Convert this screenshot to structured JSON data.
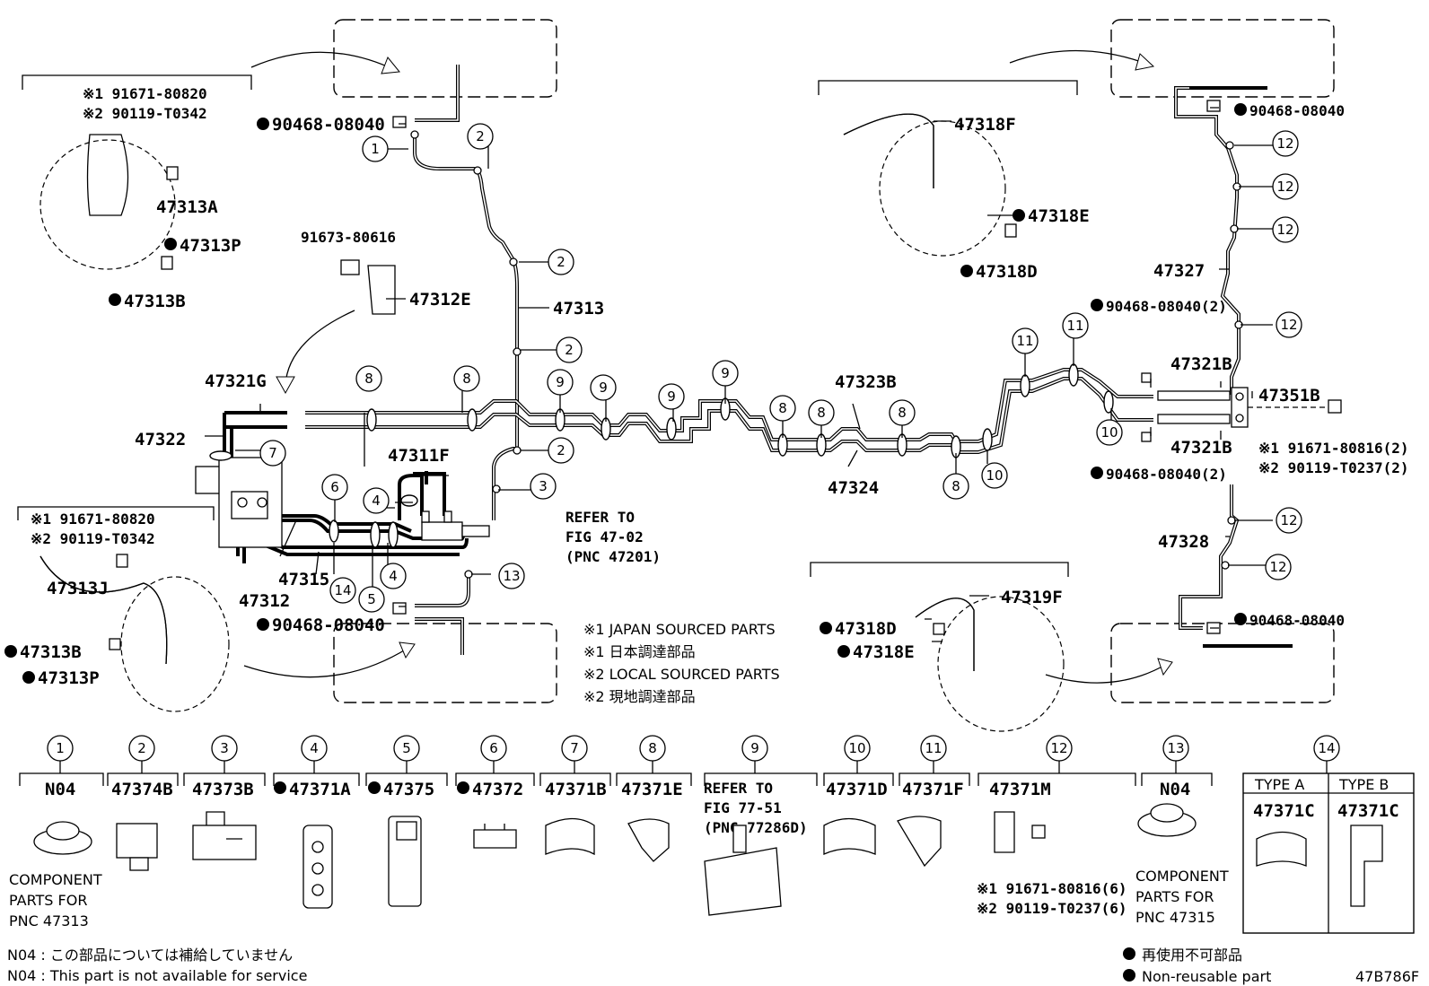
{
  "labels": {
    "p47313A": "47313A",
    "p47313P": "47313P",
    "p47313B": "47313B",
    "p47313J": "47313J",
    "p47312E": "47312E",
    "p47313": "47313",
    "p47321G": "47321G",
    "p47322": "47322",
    "p47311F": "47311F",
    "p47315": "47315",
    "p47312": "47312",
    "p47318F": "47318F",
    "p47318E": "47318E",
    "p47318D": "47318D",
    "p47327": "47327",
    "p47321B": "47321B",
    "p47351B": "47351B",
    "p47323B": "47323B",
    "p47324": "47324",
    "p47328": "47328",
    "p47319F": "47319F",
    "p91673": "91673-80616",
    "p90468": "90468-08040",
    "p90468x2": "90468-08040(2)",
    "refer1": "REFER TO",
    "refer2": "FIG 47-02",
    "refer3": "(PNC 47201)"
  },
  "ref_codes": {
    "left_top_1": "※1 91671-80820",
    "left_top_2": "※2 90119-T0342",
    "left_bot_1": "※1 91671-80820",
    "left_bot_2": "※2 90119-T0342",
    "right_1": "※1 91671-80816(2)",
    "right_2": "※2 90119-T0237(2)"
  },
  "notes": {
    "n1": "※1 JAPAN SOURCED PARTS",
    "n2": "※1 日本調達部品",
    "n3": "※2 LOCAL SOURCED PARTS",
    "n4": "※2 現地調達部品"
  },
  "callout_numbers": [
    "1",
    "2",
    "3",
    "4",
    "5",
    "6",
    "7",
    "8",
    "9",
    "10",
    "11",
    "12",
    "13",
    "14"
  ],
  "legend": [
    {
      "num": "1",
      "part": "N04",
      "desc": [
        "COMPONENT",
        "PARTS FOR",
        "PNC 47313"
      ]
    },
    {
      "num": "2",
      "part": "47374B"
    },
    {
      "num": "3",
      "part": "47373B"
    },
    {
      "num": "4",
      "part": "47371A",
      "nonreusable": true
    },
    {
      "num": "5",
      "part": "47375",
      "nonreusable": true
    },
    {
      "num": "6",
      "part": "47372",
      "nonreusable": true
    },
    {
      "num": "7",
      "part": "47371B"
    },
    {
      "num": "8",
      "part": "47371E"
    },
    {
      "num": "9",
      "part": "REFER TO",
      "desc": [
        "FIG 77-51",
        "(PNC 77286D)"
      ]
    },
    {
      "num": "10",
      "part": "47371D"
    },
    {
      "num": "11",
      "part": "47371F"
    },
    {
      "num": "12",
      "part": "47371M",
      "desc": [
        "※1 91671-80816(6)",
        "※2 90119-T0237(6)"
      ]
    },
    {
      "num": "13",
      "part": "N04",
      "desc": [
        "COMPONENT",
        "PARTS FOR",
        "PNC 47315"
      ]
    },
    {
      "num": "14",
      "types": [
        {
          "type": "TYPE A",
          "part": "47371C"
        },
        {
          "type": "TYPE B",
          "part": "47371C"
        }
      ]
    }
  ],
  "footer": {
    "n04_jp": "N04 : この部品については補給していません",
    "n04_en": "N04 : This part is not available for service",
    "nonreuse_jp": "再使用不可部品",
    "nonreuse_en": "Non-reusable part",
    "code": "47B786F"
  }
}
